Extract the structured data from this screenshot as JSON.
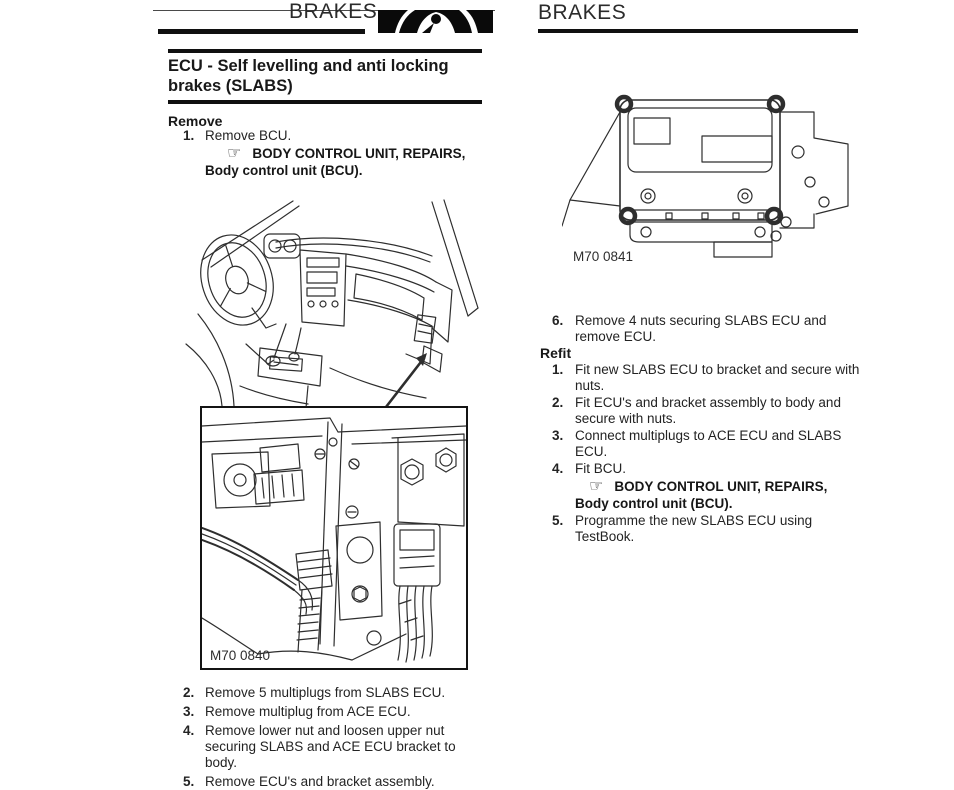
{
  "doc": {
    "ink_color": "#232323",
    "rule_color": "#101010"
  },
  "left_page": {
    "header_title": "BRAKES",
    "title_line1": "ECU - Self levelling and anti locking",
    "title_line2": "brakes (SLABS)",
    "remove_heading": "Remove",
    "step1": {
      "num": "1.",
      "text": "Remove BCU."
    },
    "ref": {
      "icon": "☞",
      "line1": "BODY CONTROL UNIT, REPAIRS,",
      "line2": "Body control unit (BCU)."
    },
    "figure_label": "M70 0840",
    "steps": [
      {
        "num": "2.",
        "lines": [
          "Remove 5 multiplugs from SLABS ECU."
        ]
      },
      {
        "num": "3.",
        "lines": [
          "Remove multiplug from ACE ECU."
        ]
      },
      {
        "num": "4.",
        "lines": [
          "Remove lower nut and loosen upper nut",
          "securing SLABS and ACE ECU bracket to",
          "body."
        ]
      },
      {
        "num": "5.",
        "lines": [
          "Remove ECU's and bracket assembly."
        ]
      }
    ]
  },
  "right_page": {
    "header_title": "BRAKES",
    "figure_label": "M70 0841",
    "step6": {
      "num": "6.",
      "lines": [
        "Remove 4 nuts securing SLABS ECU and",
        "remove ECU."
      ]
    },
    "refit_heading": "Refit",
    "steps": [
      {
        "num": "1.",
        "lines": [
          "Fit new SLABS ECU to bracket and secure with",
          "nuts."
        ]
      },
      {
        "num": "2.",
        "lines": [
          "Fit ECU's and bracket assembly to body and",
          "secure with nuts."
        ]
      },
      {
        "num": "3.",
        "lines": [
          "Connect multiplugs to ACE ECU and SLABS",
          "ECU."
        ]
      },
      {
        "num": "4.",
        "lines": [
          "Fit BCU."
        ]
      },
      {
        "num": "5.",
        "lines": [
          "Programme the new SLABS ECU using",
          "TestBook."
        ]
      }
    ],
    "ref": {
      "icon": "☞",
      "line1": "BODY CONTROL UNIT, REPAIRS,",
      "line2": "Body control unit (BCU)."
    }
  }
}
